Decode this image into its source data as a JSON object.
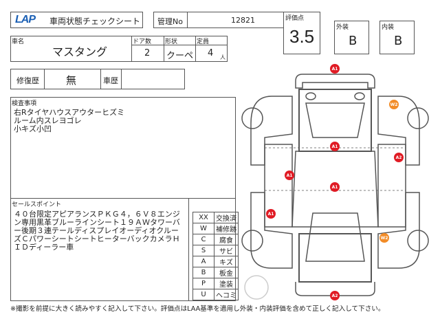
{
  "header": {
    "logo": "LAP",
    "title": "車両状態チェックシート",
    "mgmt_label": "管理No",
    "mgmt_no": "12821"
  },
  "grade": {
    "score_label": "評価点",
    "score": "3.5",
    "exterior_label": "外装",
    "exterior": "B",
    "interior_label": "内装",
    "interior": "B"
  },
  "vehicle": {
    "name_label": "車名",
    "name": "マスタング",
    "doors_label": "ドア数",
    "doors": "2",
    "shape_label": "形状",
    "shape": "クーペ",
    "capacity_label": "定員",
    "capacity": "4",
    "capacity_unit": "人"
  },
  "history": {
    "repair_label": "修復歴",
    "repair": "無",
    "car_history_label": "車歴",
    "car_history": ""
  },
  "inspection": {
    "label": "検査事項",
    "lines": [
      "右Rタイヤハウスアウターヒズミ",
      "ルーム内スレヨゴレ",
      "小キズ小凹"
    ]
  },
  "sales": {
    "label": "セールスポイント",
    "text": "４０台限定アピアランスＰＫＧ４，６Ｖ８エンジン専用黒革ブルーラインシート１９ＡＷタワーバー後期３連テールディスプレイオーディオクルーズＣパワーシートシートヒーターバックカメラＨＩＤディーラー車"
  },
  "legend": [
    [
      "XX",
      "交換済"
    ],
    [
      "W",
      "補修跡"
    ],
    [
      "C",
      "腐食"
    ],
    [
      "S",
      "サビ"
    ],
    [
      "A",
      "キズ"
    ],
    [
      "B",
      "板金"
    ],
    [
      "P",
      "塗装"
    ],
    [
      "U",
      "ヘコミ"
    ]
  ],
  "markers": [
    "A1",
    "W2",
    "A1",
    "A2",
    "A1",
    "A1",
    "A1",
    "W2",
    "A2"
  ],
  "colors": {
    "A": "#e01b24",
    "W": "#f28c28",
    "logo": "#1a5fb4"
  },
  "footer": "※撮影を前提に大きく読みやすく記入して下さい。評価点はLAA基準を適用し外装・内装評価を含めて正しく記入して下さい。"
}
